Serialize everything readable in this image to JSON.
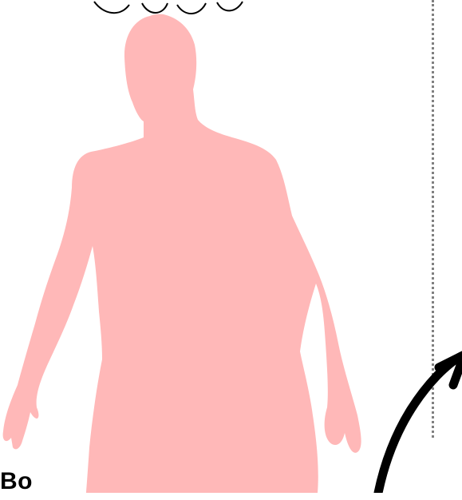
{
  "figure": {
    "silhouette": {
      "icon": "human-body-silhouette",
      "color": "#ffb8b8"
    },
    "divider": {
      "style": "dotted",
      "color": "#808080"
    },
    "arrow": {
      "icon": "curved-arrow-up-right",
      "color": "#000000"
    },
    "caption": {
      "bold_text": "Bo",
      "rest_text": ""
    }
  }
}
